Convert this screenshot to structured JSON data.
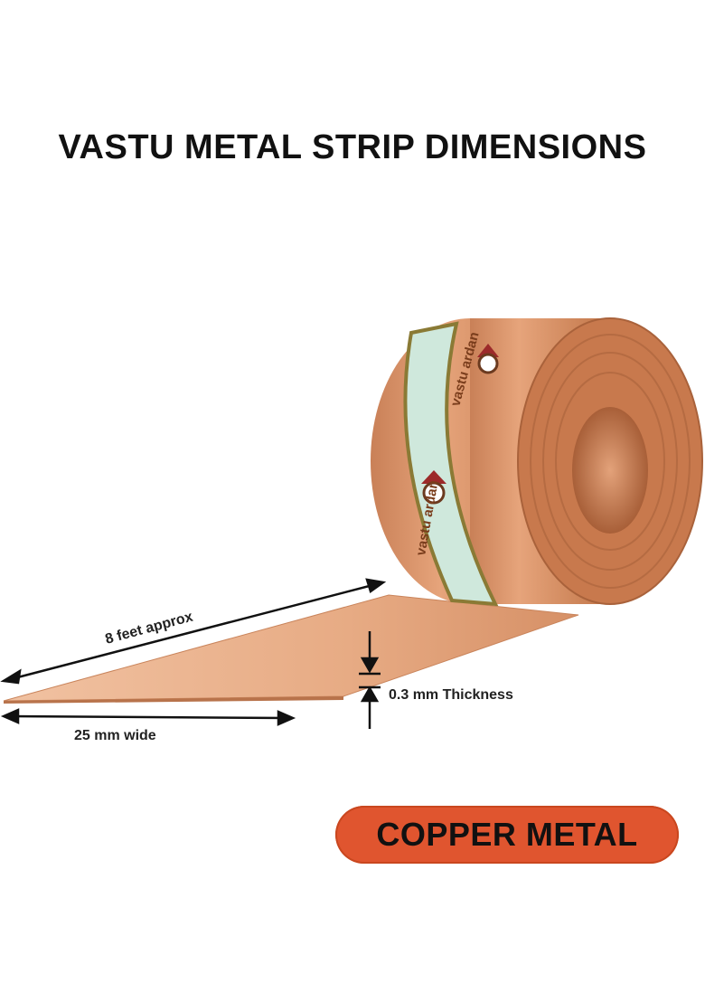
{
  "title": "VASTU METAL STRIP DIMENSIONS",
  "dimensions": {
    "length_label": "8 feet approx",
    "width_label": "25 mm wide",
    "thickness_label": "0.3 mm Thickness"
  },
  "badge": {
    "label": "COPPER METAL",
    "color": "#e0552f"
  },
  "brand": {
    "name": "vastu ardan",
    "icon": "trident-arrows-logo-icon"
  },
  "colors": {
    "copper": "#d9956c",
    "copper_dark": "#b86f45",
    "label_band": "#cfe8dc",
    "label_border": "#8a7a35"
  }
}
